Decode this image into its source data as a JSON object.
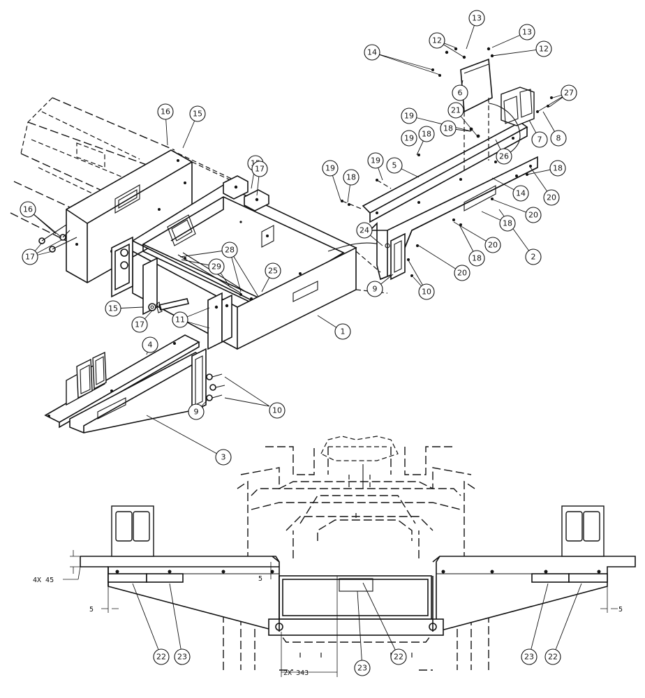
{
  "diagram": {
    "callouts": [
      {
        "id": "c1",
        "label": "1"
      },
      {
        "id": "c2",
        "label": "2"
      },
      {
        "id": "c3",
        "label": "3"
      },
      {
        "id": "c4",
        "label": "4"
      },
      {
        "id": "c5",
        "label": "5"
      },
      {
        "id": "c6",
        "label": "6"
      },
      {
        "id": "c7",
        "label": "7"
      },
      {
        "id": "c8",
        "label": "8"
      },
      {
        "id": "c9a",
        "label": "9"
      },
      {
        "id": "c9b",
        "label": "9"
      },
      {
        "id": "c10a",
        "label": "10"
      },
      {
        "id": "c10b",
        "label": "10"
      },
      {
        "id": "c11",
        "label": "11"
      },
      {
        "id": "c12a",
        "label": "12"
      },
      {
        "id": "c12b",
        "label": "12"
      },
      {
        "id": "c13a",
        "label": "13"
      },
      {
        "id": "c13b",
        "label": "13"
      },
      {
        "id": "c14a",
        "label": "14"
      },
      {
        "id": "c14b",
        "label": "14"
      },
      {
        "id": "c15a",
        "label": "15"
      },
      {
        "id": "c15b",
        "label": "15"
      },
      {
        "id": "c15c",
        "label": "15"
      },
      {
        "id": "c16a",
        "label": "16"
      },
      {
        "id": "c16b",
        "label": "16"
      },
      {
        "id": "c17a",
        "label": "17"
      },
      {
        "id": "c17b",
        "label": "17"
      },
      {
        "id": "c17c",
        "label": "17"
      },
      {
        "id": "c18a",
        "label": "18"
      },
      {
        "id": "c18b",
        "label": "18"
      },
      {
        "id": "c18c",
        "label": "18"
      },
      {
        "id": "c18d",
        "label": "18"
      },
      {
        "id": "c18e",
        "label": "18"
      },
      {
        "id": "c18f",
        "label": "18"
      },
      {
        "id": "c19a",
        "label": "19"
      },
      {
        "id": "c19b",
        "label": "19"
      },
      {
        "id": "c19c",
        "label": "19"
      },
      {
        "id": "c19d",
        "label": "19"
      },
      {
        "id": "c20a",
        "label": "20"
      },
      {
        "id": "c20b",
        "label": "20"
      },
      {
        "id": "c20c",
        "label": "20"
      },
      {
        "id": "c20d",
        "label": "20"
      },
      {
        "id": "c21",
        "label": "21"
      },
      {
        "id": "c22a",
        "label": "22"
      },
      {
        "id": "c22b",
        "label": "22"
      },
      {
        "id": "c22c",
        "label": "22"
      },
      {
        "id": "c23a",
        "label": "23"
      },
      {
        "id": "c23b",
        "label": "23"
      },
      {
        "id": "c23c",
        "label": "23"
      },
      {
        "id": "c24",
        "label": "24"
      },
      {
        "id": "c25",
        "label": "25"
      },
      {
        "id": "c26",
        "label": "26"
      },
      {
        "id": "c27",
        "label": "27"
      },
      {
        "id": "c28",
        "label": "28"
      },
      {
        "id": "c29",
        "label": "29"
      }
    ],
    "dimensions": {
      "chamfer": "4X 45",
      "gap_left": "5",
      "gap_center": "5",
      "gap_right": "5",
      "spacing": "2X 343"
    }
  }
}
